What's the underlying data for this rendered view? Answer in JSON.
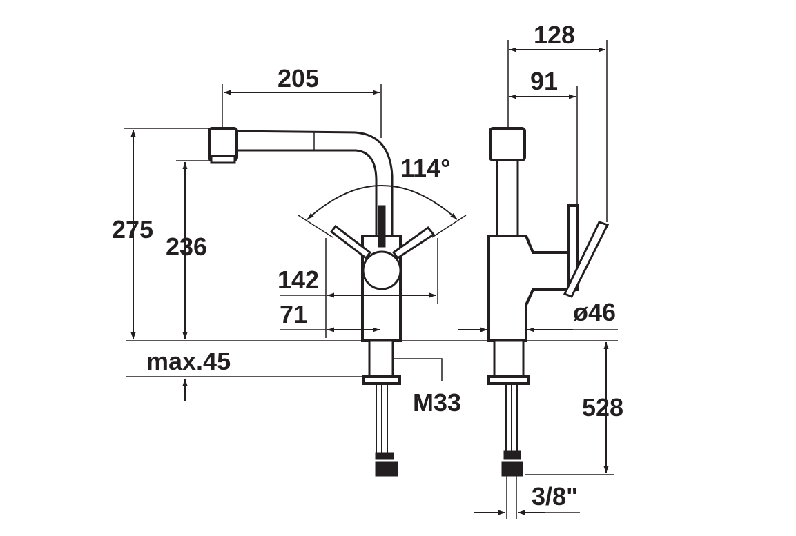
{
  "dimensions": {
    "spout_reach": "205",
    "total_height": "275",
    "outlet_height": "236",
    "swivel_angle": "114°",
    "lever_span": "142",
    "lever_half_span": "71",
    "max_deck_thickness": "max.45",
    "thread": "M33",
    "side_depth": "128",
    "side_lever_depth": "91",
    "base_diameter": "ø46",
    "hose_length": "528",
    "connection_size": "3/8\""
  },
  "colors": {
    "ink": "#231f20",
    "background": "#ffffff"
  }
}
